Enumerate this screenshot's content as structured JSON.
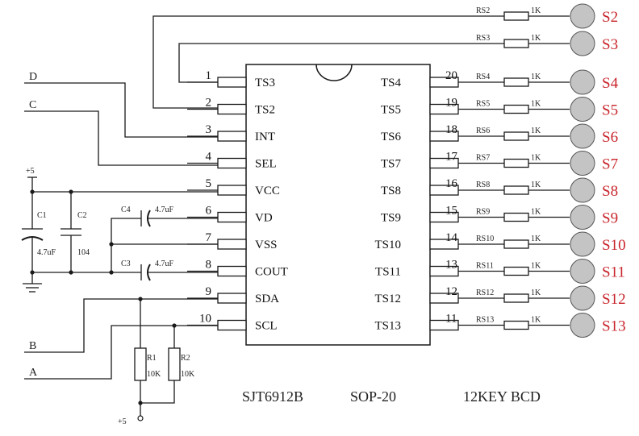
{
  "chip": {
    "left_pins": [
      {
        "num": "1",
        "name": "TS3"
      },
      {
        "num": "2",
        "name": "TS2"
      },
      {
        "num": "3",
        "name": "INT"
      },
      {
        "num": "4",
        "name": "SEL"
      },
      {
        "num": "5",
        "name": "VCC"
      },
      {
        "num": "6",
        "name": "VD"
      },
      {
        "num": "7",
        "name": "VSS"
      },
      {
        "num": "8",
        "name": "COUT"
      },
      {
        "num": "9",
        "name": "SDA"
      },
      {
        "num": "10",
        "name": "SCL"
      }
    ],
    "right_pins": [
      {
        "num": "20",
        "name": "TS4"
      },
      {
        "num": "19",
        "name": "TS5"
      },
      {
        "num": "18",
        "name": "TS6"
      },
      {
        "num": "17",
        "name": "TS7"
      },
      {
        "num": "16",
        "name": "TS8"
      },
      {
        "num": "15",
        "name": "TS9"
      },
      {
        "num": "14",
        "name": "TS10"
      },
      {
        "num": "13",
        "name": "TS11"
      },
      {
        "num": "12",
        "name": "TS12"
      },
      {
        "num": "11",
        "name": "TS13"
      }
    ]
  },
  "keys": [
    {
      "res": "RS2",
      "val": "1K",
      "sw": "S2"
    },
    {
      "res": "RS3",
      "val": "1K",
      "sw": "S3"
    },
    {
      "res": "RS4",
      "val": "1K",
      "sw": "S4"
    },
    {
      "res": "RS5",
      "val": "1K",
      "sw": "S5"
    },
    {
      "res": "RS6",
      "val": "1K",
      "sw": "S6"
    },
    {
      "res": "RS7",
      "val": "1K",
      "sw": "S7"
    },
    {
      "res": "RS8",
      "val": "1K",
      "sw": "S8"
    },
    {
      "res": "RS9",
      "val": "1K",
      "sw": "S9"
    },
    {
      "res": "RS10",
      "val": "1K",
      "sw": "S10"
    },
    {
      "res": "RS11",
      "val": "1K",
      "sw": "S11"
    },
    {
      "res": "RS12",
      "val": "1K",
      "sw": "S12"
    },
    {
      "res": "RS13",
      "val": "1K",
      "sw": "S13"
    }
  ],
  "nets": {
    "d": "D",
    "c": "C",
    "b": "B",
    "a": "A",
    "plus5_top": "+5",
    "plus5_bottom": "+5"
  },
  "caps": {
    "c1": "C1",
    "c1_val": "4.7uF",
    "c2": "C2",
    "c2_val": "104",
    "c3": "C3",
    "c3_val": "4.7uF",
    "c4": "C4",
    "c4_val": "4.7uF"
  },
  "resistors": {
    "r1": "R1",
    "r1_val": "10K",
    "r2": "R2",
    "r2_val": "10K"
  },
  "caption": {
    "part": "SJT6912B",
    "package": "SOP-20",
    "mode": "12KEY BCD"
  },
  "colors": {
    "switch_label": "#c8252c",
    "switch_fill": "#c4c4c4",
    "line": "#1a1a1a"
  }
}
